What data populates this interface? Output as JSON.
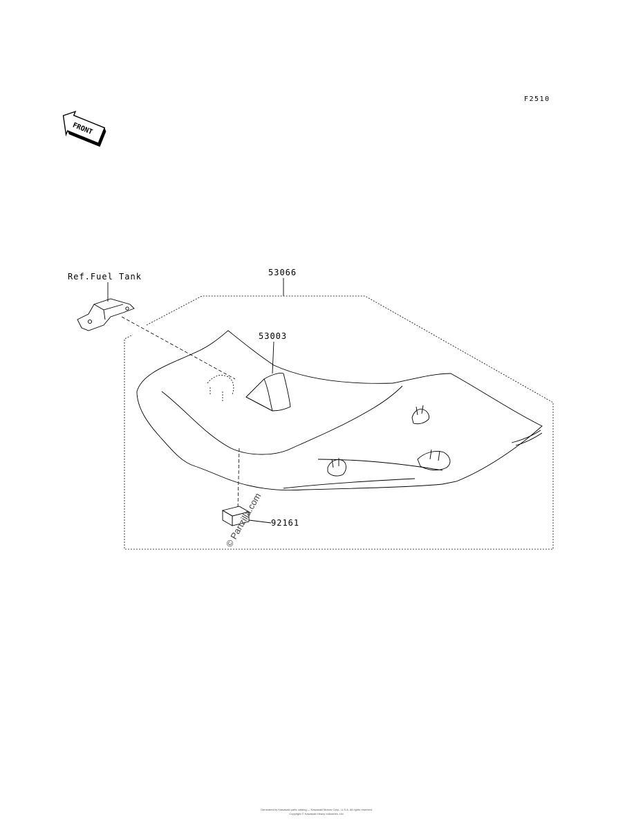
{
  "figure_code": "F2510",
  "front_arrow_text": "FRONT",
  "parts": [
    {
      "id": "ref-fuel-tank",
      "label": "Ref.Fuel Tank"
    },
    {
      "id": "seat-assy",
      "label": "53066"
    },
    {
      "id": "seat-pad",
      "label": "53003"
    },
    {
      "id": "damper",
      "label": "92161"
    }
  ],
  "watermark": "© Partzilla.com",
  "footer": {
    "line1": "Generated by Kawasaki parts catalog — Kawasaki Motors Corp., U.S.A. All rights reserved.",
    "line2": "Copyright © Kawasaki Heavy Industries, Ltd."
  }
}
